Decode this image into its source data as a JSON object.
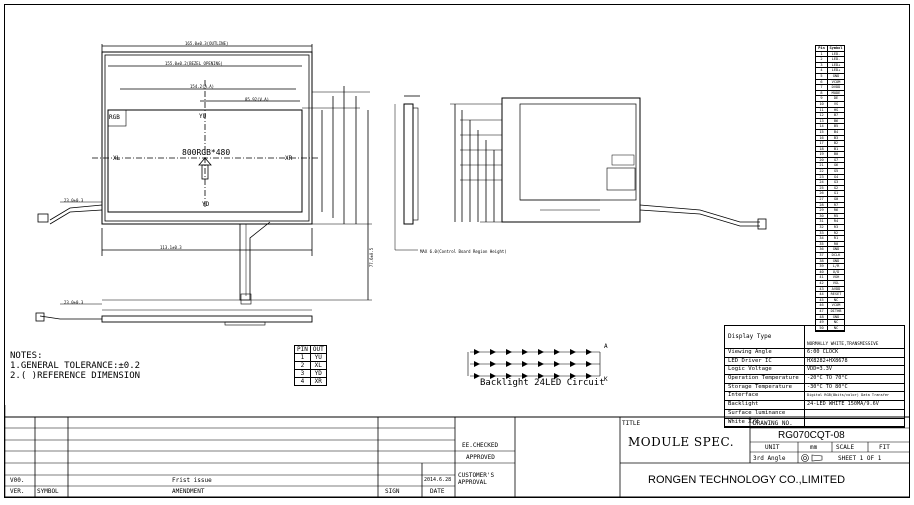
{
  "front_view": {
    "rgb_label": "RGB",
    "yu": "YU",
    "yd": "YD",
    "xl": "XL",
    "xr": "XR",
    "resolution": "800RGB*480",
    "dim_bottom": "113.1±0.3",
    "dim_ax": "23.0±0.3",
    "dim_side": "77.6±0.5"
  },
  "side_view": {
    "note": "MAX 6.0(Control Board Region Height)"
  },
  "notes": {
    "title": "NOTES:",
    "line1": "1.GENERAL TOLERANCE:±0.2",
    "line2": "2.( )REFERENCE DIMENSION"
  },
  "pin_table": {
    "headers": [
      "PIN",
      "OUT"
    ],
    "rows": [
      [
        "1",
        "YU"
      ],
      [
        "2",
        "XL"
      ],
      [
        "3",
        "YD"
      ],
      [
        "4",
        "XR"
      ]
    ]
  },
  "backlight": {
    "label": "Backlight 24LED Circuit",
    "anode": "A",
    "cathode": "K"
  },
  "pin_list": {
    "headers": [
      "Pin",
      "Symbol"
    ],
    "rows": [
      [
        "1",
        "LED-"
      ],
      [
        "2",
        "LED-"
      ],
      [
        "3",
        "LED+"
      ],
      [
        "4",
        "LED+"
      ],
      [
        "5",
        "GND"
      ],
      [
        "6",
        "VCOM"
      ],
      [
        "7",
        "DVDD"
      ],
      [
        "8",
        "MODE"
      ],
      [
        "9",
        "DE"
      ],
      [
        "10",
        "VS"
      ],
      [
        "11",
        "HS"
      ],
      [
        "12",
        "B7"
      ],
      [
        "13",
        "B6"
      ],
      [
        "14",
        "B5"
      ],
      [
        "15",
        "B4"
      ],
      [
        "16",
        "B3"
      ],
      [
        "17",
        "B2"
      ],
      [
        "18",
        "B1"
      ],
      [
        "19",
        "B0"
      ],
      [
        "20",
        "G7"
      ],
      [
        "21",
        "G6"
      ],
      [
        "22",
        "G5"
      ],
      [
        "23",
        "G4"
      ],
      [
        "24",
        "G3"
      ],
      [
        "25",
        "G2"
      ],
      [
        "26",
        "G1"
      ],
      [
        "27",
        "G0"
      ],
      [
        "28",
        "R7"
      ],
      [
        "29",
        "R6"
      ],
      [
        "30",
        "R5"
      ],
      [
        "31",
        "R4"
      ],
      [
        "32",
        "R3"
      ],
      [
        "33",
        "R2"
      ],
      [
        "34",
        "R1"
      ],
      [
        "35",
        "R0"
      ],
      [
        "36",
        "GND"
      ],
      [
        "37",
        "DCLK"
      ],
      [
        "38",
        "GND"
      ],
      [
        "39",
        "L/R"
      ],
      [
        "40",
        "U/D"
      ],
      [
        "41",
        "VGH"
      ],
      [
        "42",
        "VGL"
      ],
      [
        "43",
        "AVDD"
      ],
      [
        "44",
        "RESET"
      ],
      [
        "45",
        "NC"
      ],
      [
        "46",
        "VCOM"
      ],
      [
        "47",
        "DITHB"
      ],
      [
        "48",
        "GND"
      ],
      [
        "49",
        "NC"
      ],
      [
        "50",
        "NC"
      ]
    ]
  },
  "spec_table": {
    "header_label": "Display Type",
    "header_value": "NORMALLY WHITE,TRANSMISSIVE",
    "rows": [
      [
        "Viewing Angle",
        "6:00 CLOCK"
      ],
      [
        "LED Driver IC",
        "HX8282+HX8678"
      ],
      [
        "Logic Voltage",
        "VDD=3.3V"
      ],
      [
        "Operation Temperature",
        "-20°C TO 70°C"
      ],
      [
        "Storage Temperature",
        "-30°C TO 80°C"
      ],
      [
        "Interface",
        "Digital RGB(8bits/color) Data Transfer"
      ],
      [
        "Backlight",
        "24-LED WHITE 150MA/9.6V"
      ],
      [
        "Surface luminance",
        ""
      ],
      [
        "White X/Y",
        ""
      ]
    ]
  },
  "title_block": {
    "ee_checked": "EE.CHECKED",
    "approved": "APPROVED",
    "customers_approval": "CUSTOMER'S APPROVAL",
    "title_label": "TITLE",
    "title": "MODULE SPEC.",
    "drawing_no_label": "DRAWING NO.",
    "drawing_no": "RG070CQT-08",
    "unit_label": "UNIT",
    "unit": "mm",
    "scale_label": "SCALE",
    "fit": "FIT",
    "angle": "3rd Angle",
    "sheet": "SHEET 1 OF 1",
    "company": "RONGEN TECHNOLOGY CO.,LIMITED",
    "rev_row": {
      "ver": "V00.",
      "desc": "Frist issue",
      "date": "2014.6.28"
    },
    "col_headers": {
      "ver": "VER.",
      "symbol": "SYMBOL",
      "amendment": "AMENDMENT",
      "sign": "SIGN",
      "date": "DATE"
    }
  }
}
